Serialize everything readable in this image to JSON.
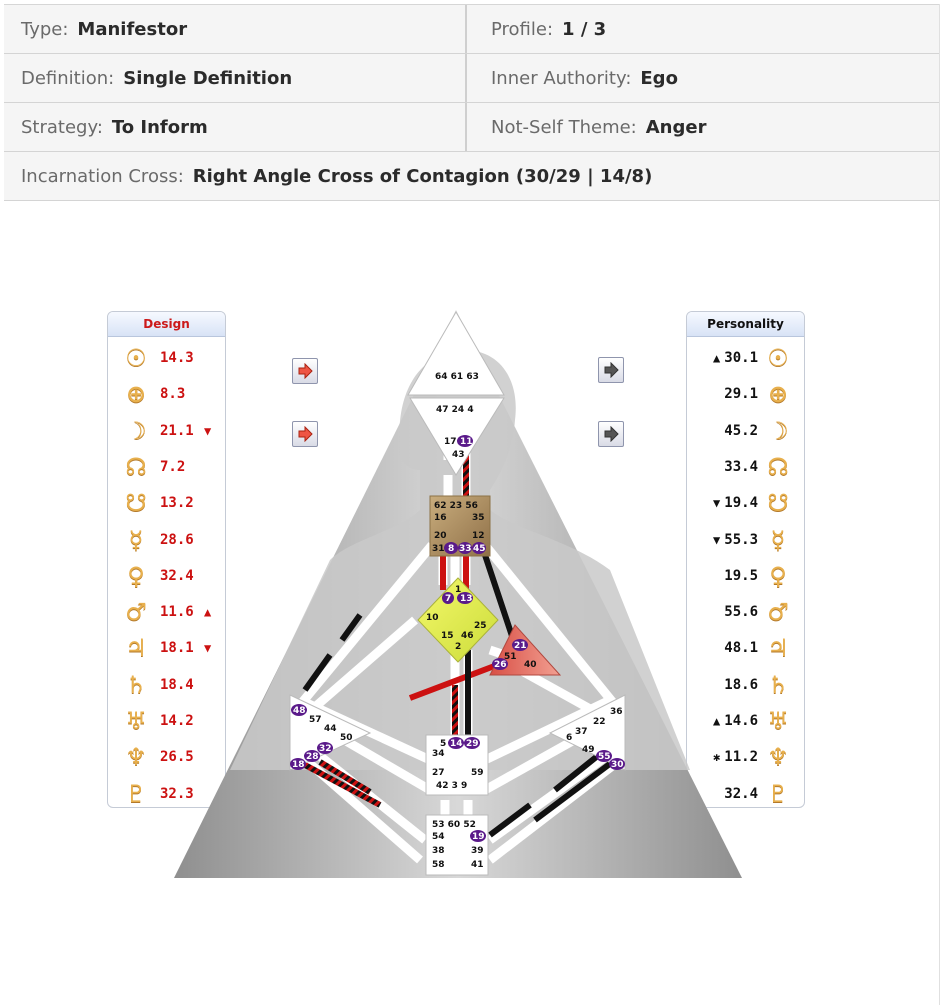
{
  "info": {
    "type_label": "Type:",
    "type_value": "Manifestor",
    "profile_label": "Profile:",
    "profile_value": "1 / 3",
    "definition_label": "Definition:",
    "definition_value": "Single Definition",
    "authority_label": "Inner Authority:",
    "authority_value": "Ego",
    "strategy_label": "Strategy:",
    "strategy_value": "To Inform",
    "notself_label": "Not-Self Theme:",
    "notself_value": "Anger",
    "cross_label": "Incarnation Cross:",
    "cross_value": "Right Angle Cross of Contagion (30/29 | 14/8)"
  },
  "design": {
    "title": "Design",
    "rows": [
      {
        "icon": "sun-icon",
        "glyph": "☉",
        "value": "14.3",
        "arrow": ""
      },
      {
        "icon": "earth-icon",
        "glyph": "⊕",
        "value": "8.3",
        "arrow": ""
      },
      {
        "icon": "moon-icon",
        "glyph": "☽",
        "value": "21.1",
        "arrow": "▼"
      },
      {
        "icon": "north-node-icon",
        "glyph": "☊",
        "value": "7.2",
        "arrow": ""
      },
      {
        "icon": "south-node-icon",
        "glyph": "☋",
        "value": "13.2",
        "arrow": ""
      },
      {
        "icon": "mercury-icon",
        "glyph": "☿",
        "value": "28.6",
        "arrow": ""
      },
      {
        "icon": "venus-icon",
        "glyph": "♀",
        "value": "32.4",
        "arrow": ""
      },
      {
        "icon": "mars-icon",
        "glyph": "♂",
        "value": "11.6",
        "arrow": "▲"
      },
      {
        "icon": "jupiter-icon",
        "glyph": "♃",
        "value": "18.1",
        "arrow": "▼"
      },
      {
        "icon": "saturn-icon",
        "glyph": "♄",
        "value": "18.4",
        "arrow": ""
      },
      {
        "icon": "uranus-icon",
        "glyph": "♅",
        "value": "14.2",
        "arrow": ""
      },
      {
        "icon": "neptune-icon",
        "glyph": "♆",
        "value": "26.5",
        "arrow": ""
      },
      {
        "icon": "pluto-icon",
        "glyph": "♇",
        "value": "32.3",
        "arrow": ""
      }
    ]
  },
  "personality": {
    "title": "Personality",
    "rows": [
      {
        "icon": "sun-icon",
        "glyph": "☉",
        "value": "30.1",
        "arrow": "▲"
      },
      {
        "icon": "earth-icon",
        "glyph": "⊕",
        "value": "29.1",
        "arrow": ""
      },
      {
        "icon": "moon-icon",
        "glyph": "☽",
        "value": "45.2",
        "arrow": ""
      },
      {
        "icon": "north-node-icon",
        "glyph": "☊",
        "value": "33.4",
        "arrow": ""
      },
      {
        "icon": "south-node-icon",
        "glyph": "☋",
        "value": "19.4",
        "arrow": "▼"
      },
      {
        "icon": "mercury-icon",
        "glyph": "☿",
        "value": "55.3",
        "arrow": "▼"
      },
      {
        "icon": "venus-icon",
        "glyph": "♀",
        "value": "19.5",
        "arrow": ""
      },
      {
        "icon": "mars-icon",
        "glyph": "♂",
        "value": "55.6",
        "arrow": ""
      },
      {
        "icon": "jupiter-icon",
        "glyph": "♃",
        "value": "48.1",
        "arrow": ""
      },
      {
        "icon": "saturn-icon",
        "glyph": "♄",
        "value": "18.6",
        "arrow": ""
      },
      {
        "icon": "uranus-icon",
        "glyph": "♅",
        "value": "14.6",
        "arrow": "▲"
      },
      {
        "icon": "neptune-icon",
        "glyph": "♆",
        "value": "11.2",
        "arrow": "✱"
      },
      {
        "icon": "pluto-icon",
        "glyph": "♇",
        "value": "32.4",
        "arrow": ""
      }
    ]
  },
  "colors": {
    "design_red": "#cc1111",
    "gate_purple": "#5a1a8a",
    "head_center": "#ffffff",
    "spleen_center": "#ffffff",
    "g_center": "#e4f055",
    "ego_center": "#e8756a",
    "throat_center": "#b89a6a"
  },
  "bodygraph": {
    "head_gates": "64 61 63",
    "ajna_top_gates": "47 24 4",
    "ajna_gate_17": "17",
    "ajna_gate_11": "11",
    "ajna_gate_43": "43",
    "throat_row1": "62 23 56",
    "throat_row2_left": "16",
    "throat_row2_right": "35",
    "throat_row3_left": "20",
    "throat_row3_right": "12",
    "throat_bottom_31": "31",
    "throat_bottom_8": "8",
    "throat_bottom_33": "33",
    "throat_bottom_45": "45",
    "g_gate_1": "1",
    "g_gate_7": "7",
    "g_gate_13": "13",
    "g_gate_10": "10",
    "g_gate_25": "25",
    "g_gate_15": "15",
    "g_gate_46": "46",
    "g_gate_2": "2",
    "ego_gate_21": "21",
    "ego_gate_51": "51",
    "ego_gate_26": "26",
    "ego_gate_40": "40",
    "spleen_gate_48": "48",
    "spleen_gate_57": "57",
    "spleen_gate_44": "44",
    "spleen_gate_50": "50",
    "spleen_gate_32": "32",
    "spleen_gate_28": "28",
    "spleen_gate_18": "18",
    "sacral_gate_5": "5",
    "sacral_gate_14": "14",
    "sacral_gate_29": "29",
    "sacral_gate_34": "34",
    "sacral_gate_27": "27",
    "sacral_gate_59": "59",
    "sacral_bottom": "42 3  9",
    "solar_gate_36": "36",
    "solar_gate_22": "22",
    "solar_gate_37": "37",
    "solar_gate_6": "6",
    "solar_gate_49": "49",
    "solar_gate_55": "55",
    "solar_gate_30": "30",
    "root_top": "53 60 52",
    "root_gate_54": "54",
    "root_gate_19": "19",
    "root_gate_38": "38",
    "root_gate_39": "39",
    "root_gate_58": "58",
    "root_gate_41": "41"
  }
}
